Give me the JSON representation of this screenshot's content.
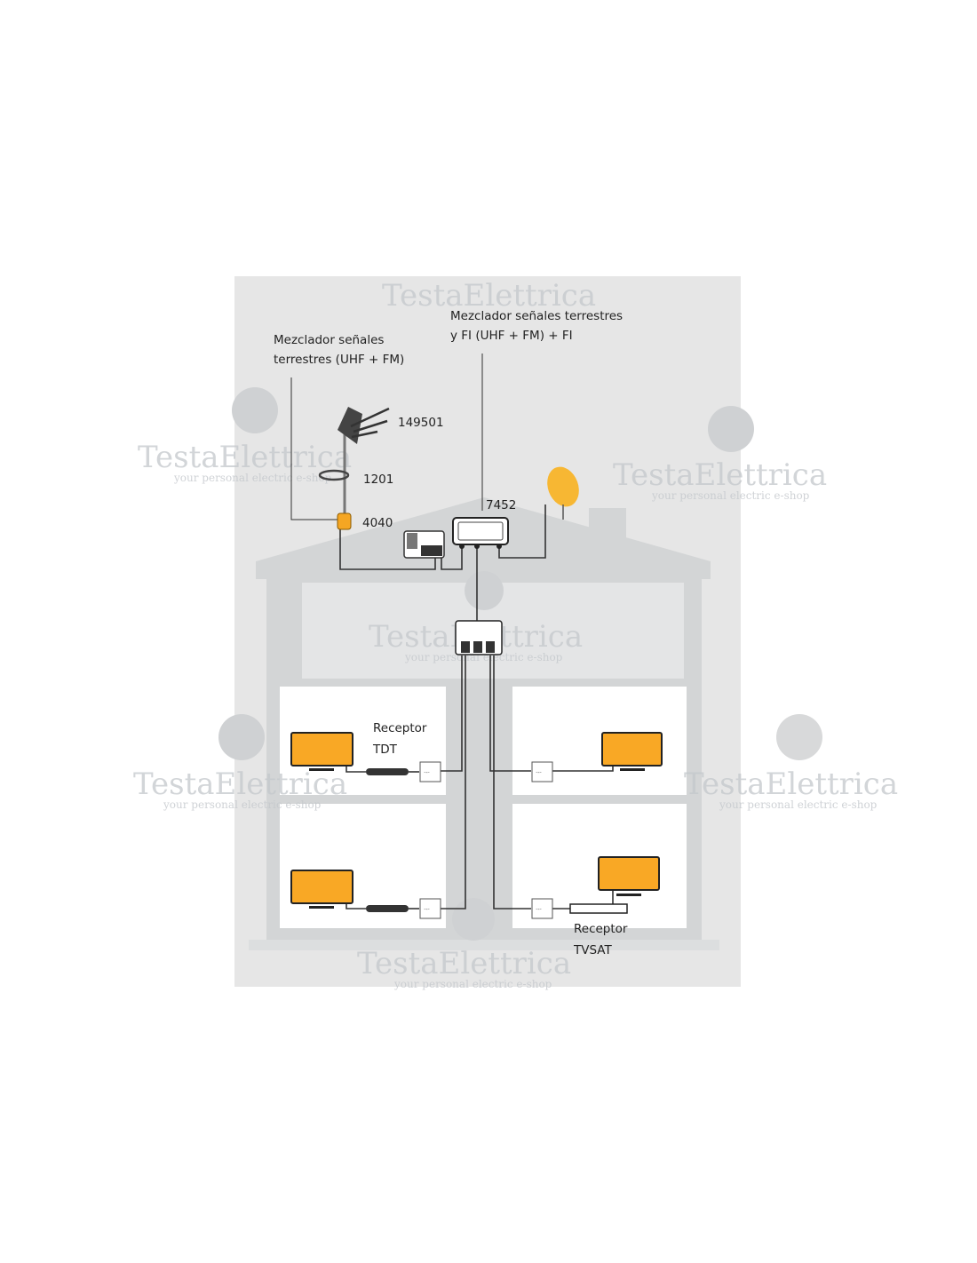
{
  "labels": {
    "mixer_terrestrial_line1": "Mezclador señales",
    "mixer_terrestrial_line2": "terrestres (UHF + FM)",
    "mixer_fi_line1": "Mezclador señales terrestres",
    "mixer_fi_line2": "y FI (UHF + FM) + FI",
    "antenna_code": "149501",
    "clamp_code": "1201",
    "amplifier_code": "4040",
    "mixer_code": "7452",
    "receiver_tdt_line1": "Receptor",
    "receiver_tdt_line2": "TDT",
    "receiver_tvsat_line1": "Receptor",
    "receiver_tvsat_line2": "TVSAT"
  },
  "watermark": {
    "brand": "TestaElettrica",
    "tagline": "your personal electric e-shop"
  },
  "colors": {
    "accent_orange": "#f9a825",
    "panel_bg": "#e6e6e6",
    "house_grey": "#d3d5d6",
    "room_white": "#ffffff"
  }
}
